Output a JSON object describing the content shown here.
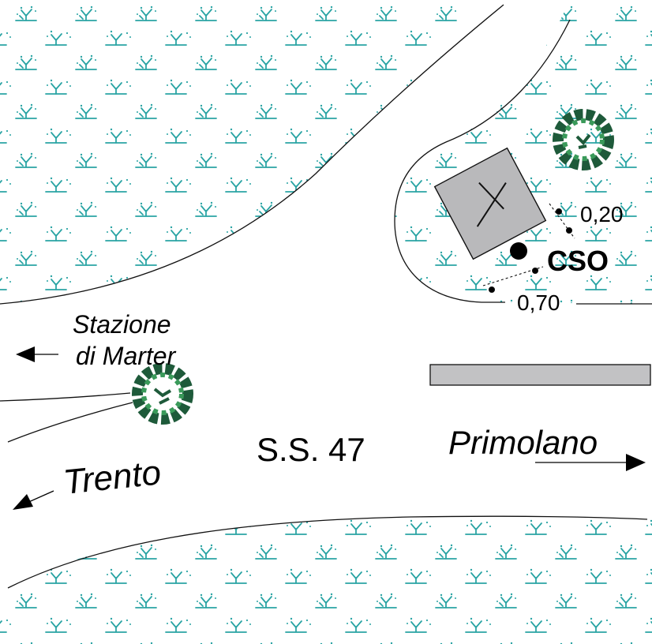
{
  "map": {
    "labels": {
      "station_line1": "Stazione",
      "station_line2": "di Marter",
      "trento": "Trento",
      "road": "S.S. 47",
      "primolano": "Primolano",
      "cso": "CSO",
      "dim_small": "0,20",
      "dim_large": "0,70"
    },
    "colors": {
      "grass": "#2aa4a4",
      "tree_dark": "#1e5a3a",
      "tree_light": "#3a9a5a",
      "cross_box": "#b9b9bb",
      "bar": "#c2c2c4",
      "line": "#111111"
    },
    "icons": {
      "station_arrow": "arrow-left-icon",
      "trento_arrow": "arrow-down-left-icon",
      "primolano_arrow": "arrow-right-icon",
      "tree": "tree-icon",
      "wayside_cross": "cross-icon",
      "survey_point": "dot-icon"
    }
  }
}
